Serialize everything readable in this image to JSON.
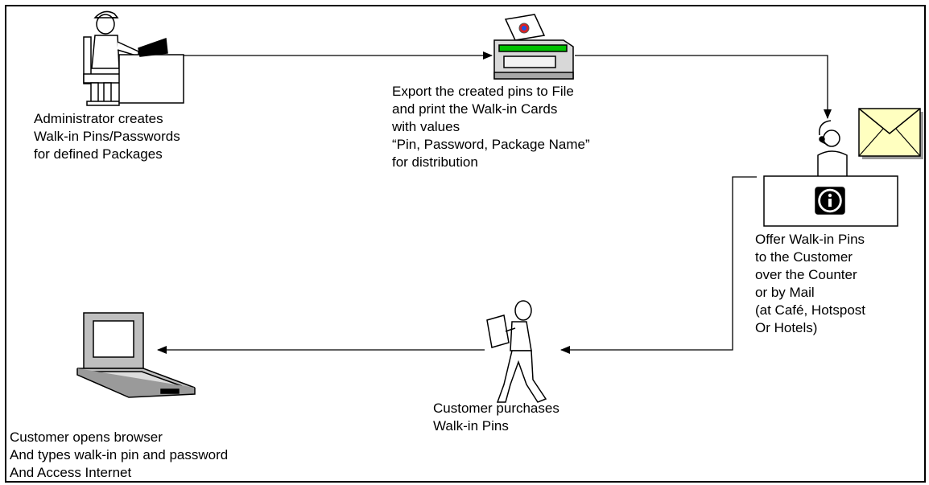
{
  "steps": {
    "admin": {
      "lines": [
        "Administrator creates",
        "Walk-in Pins/Passwords",
        "for defined Packages"
      ]
    },
    "export": {
      "lines": [
        "Export the created pins to File",
        "and print the Walk-in Cards",
        "with values",
        "“Pin, Password, Package Name”",
        "for distribution"
      ]
    },
    "offer": {
      "lines": [
        "Offer Walk-in Pins",
        "to the Customer",
        "over the Counter",
        "or by Mail",
        "(at Café, Hotspost",
        "Or Hotels)"
      ]
    },
    "purchase": {
      "lines": [
        "Customer purchases",
        "Walk-in Pins"
      ]
    },
    "browse": {
      "lines": [
        "Customer opens browser",
        "And types walk-in pin and password",
        "And Access Internet"
      ]
    }
  },
  "colors": {
    "envelope_fill": "#ffffc0",
    "printer_body": "#d8d8d8",
    "printer_panel": "#00c000",
    "laptop_body": "#bfbfbf",
    "figure_fill": "#ffffff",
    "stroke": "#000000"
  },
  "icons": {
    "admin": "administrator-at-desk-icon",
    "printer": "printer-icon",
    "counter": "counter-agent-with-info-icon",
    "envelope": "envelope-icon",
    "customer": "walking-customer-icon",
    "laptop": "laptop-icon"
  }
}
